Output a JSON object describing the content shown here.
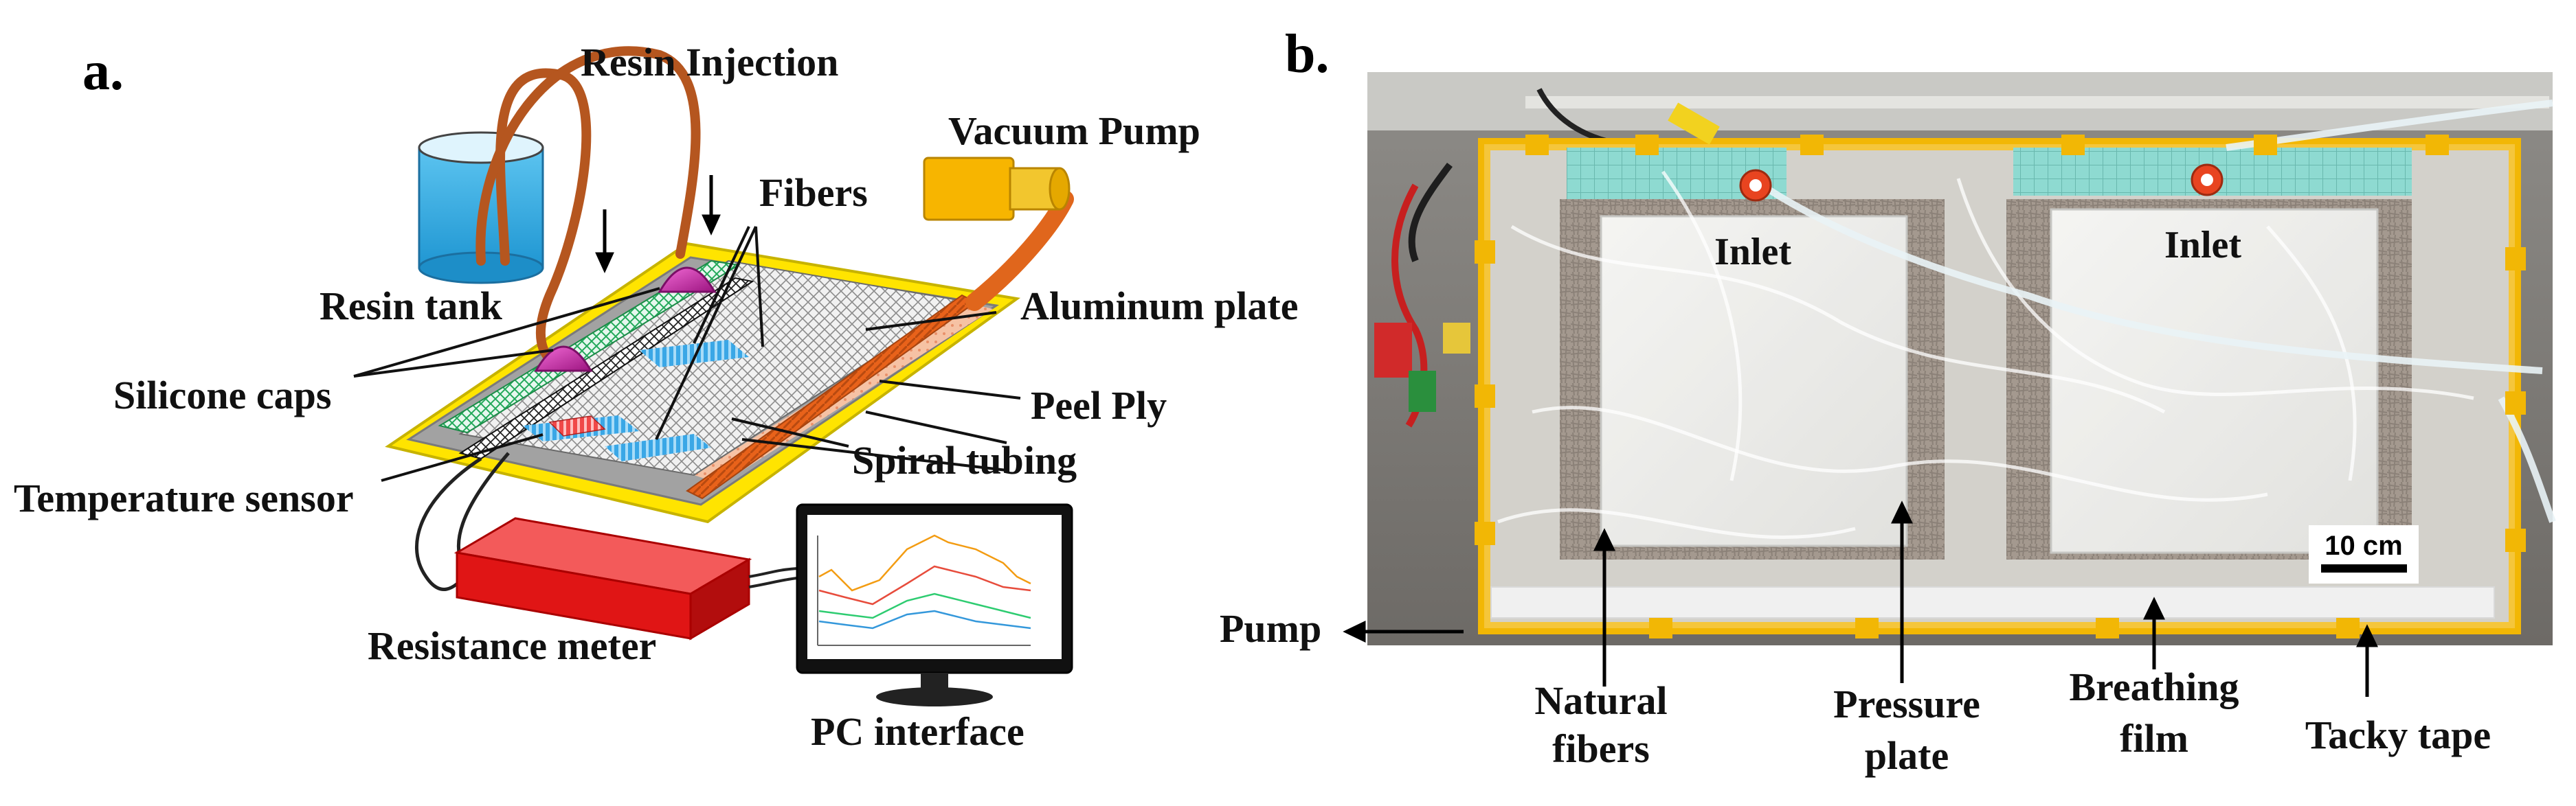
{
  "panel_a": {
    "tag": "a.",
    "labels": {
      "resin_injection": "Resin Injection",
      "vacuum_pump": "Vacuum Pump",
      "fibers": "Fibers",
      "resin_tank": "Resin tank",
      "aluminum_plate": "Aluminum plate",
      "silicone_caps": "Silicone caps",
      "peel_ply": "Peel Ply",
      "spiral_tubing": "Spiral tubing",
      "temperature_sensor": "Temperature sensor",
      "resistance_meter": "Resistance meter",
      "pc_interface": "PC interface"
    }
  },
  "panel_b": {
    "tag": "b.",
    "labels": {
      "inlet_left": "Inlet",
      "inlet_right": "Inlet",
      "pump": "Pump",
      "natural_fibers_1": "Natural",
      "natural_fibers_2": "fibers",
      "pressure_plate_1": "Pressure",
      "pressure_plate_2": "plate",
      "breathing_film_1": "Breathing",
      "breathing_film_2": "film",
      "tacky_tape": "Tacky tape",
      "scale_bar": "10 cm"
    }
  },
  "colors": {
    "resin": "#29a9e0",
    "tubing": "#b5561f",
    "vacuum_pump": "#f7b500",
    "silicone_cap": "#c0209b",
    "resistance_meter": "#e01515",
    "sealant": "#ffe400",
    "aluminum": "#9e9e9e",
    "peel_ply": "#f2a97e",
    "spiral_tubing": "#e0661c",
    "tacky_tape": "#f2b705"
  }
}
